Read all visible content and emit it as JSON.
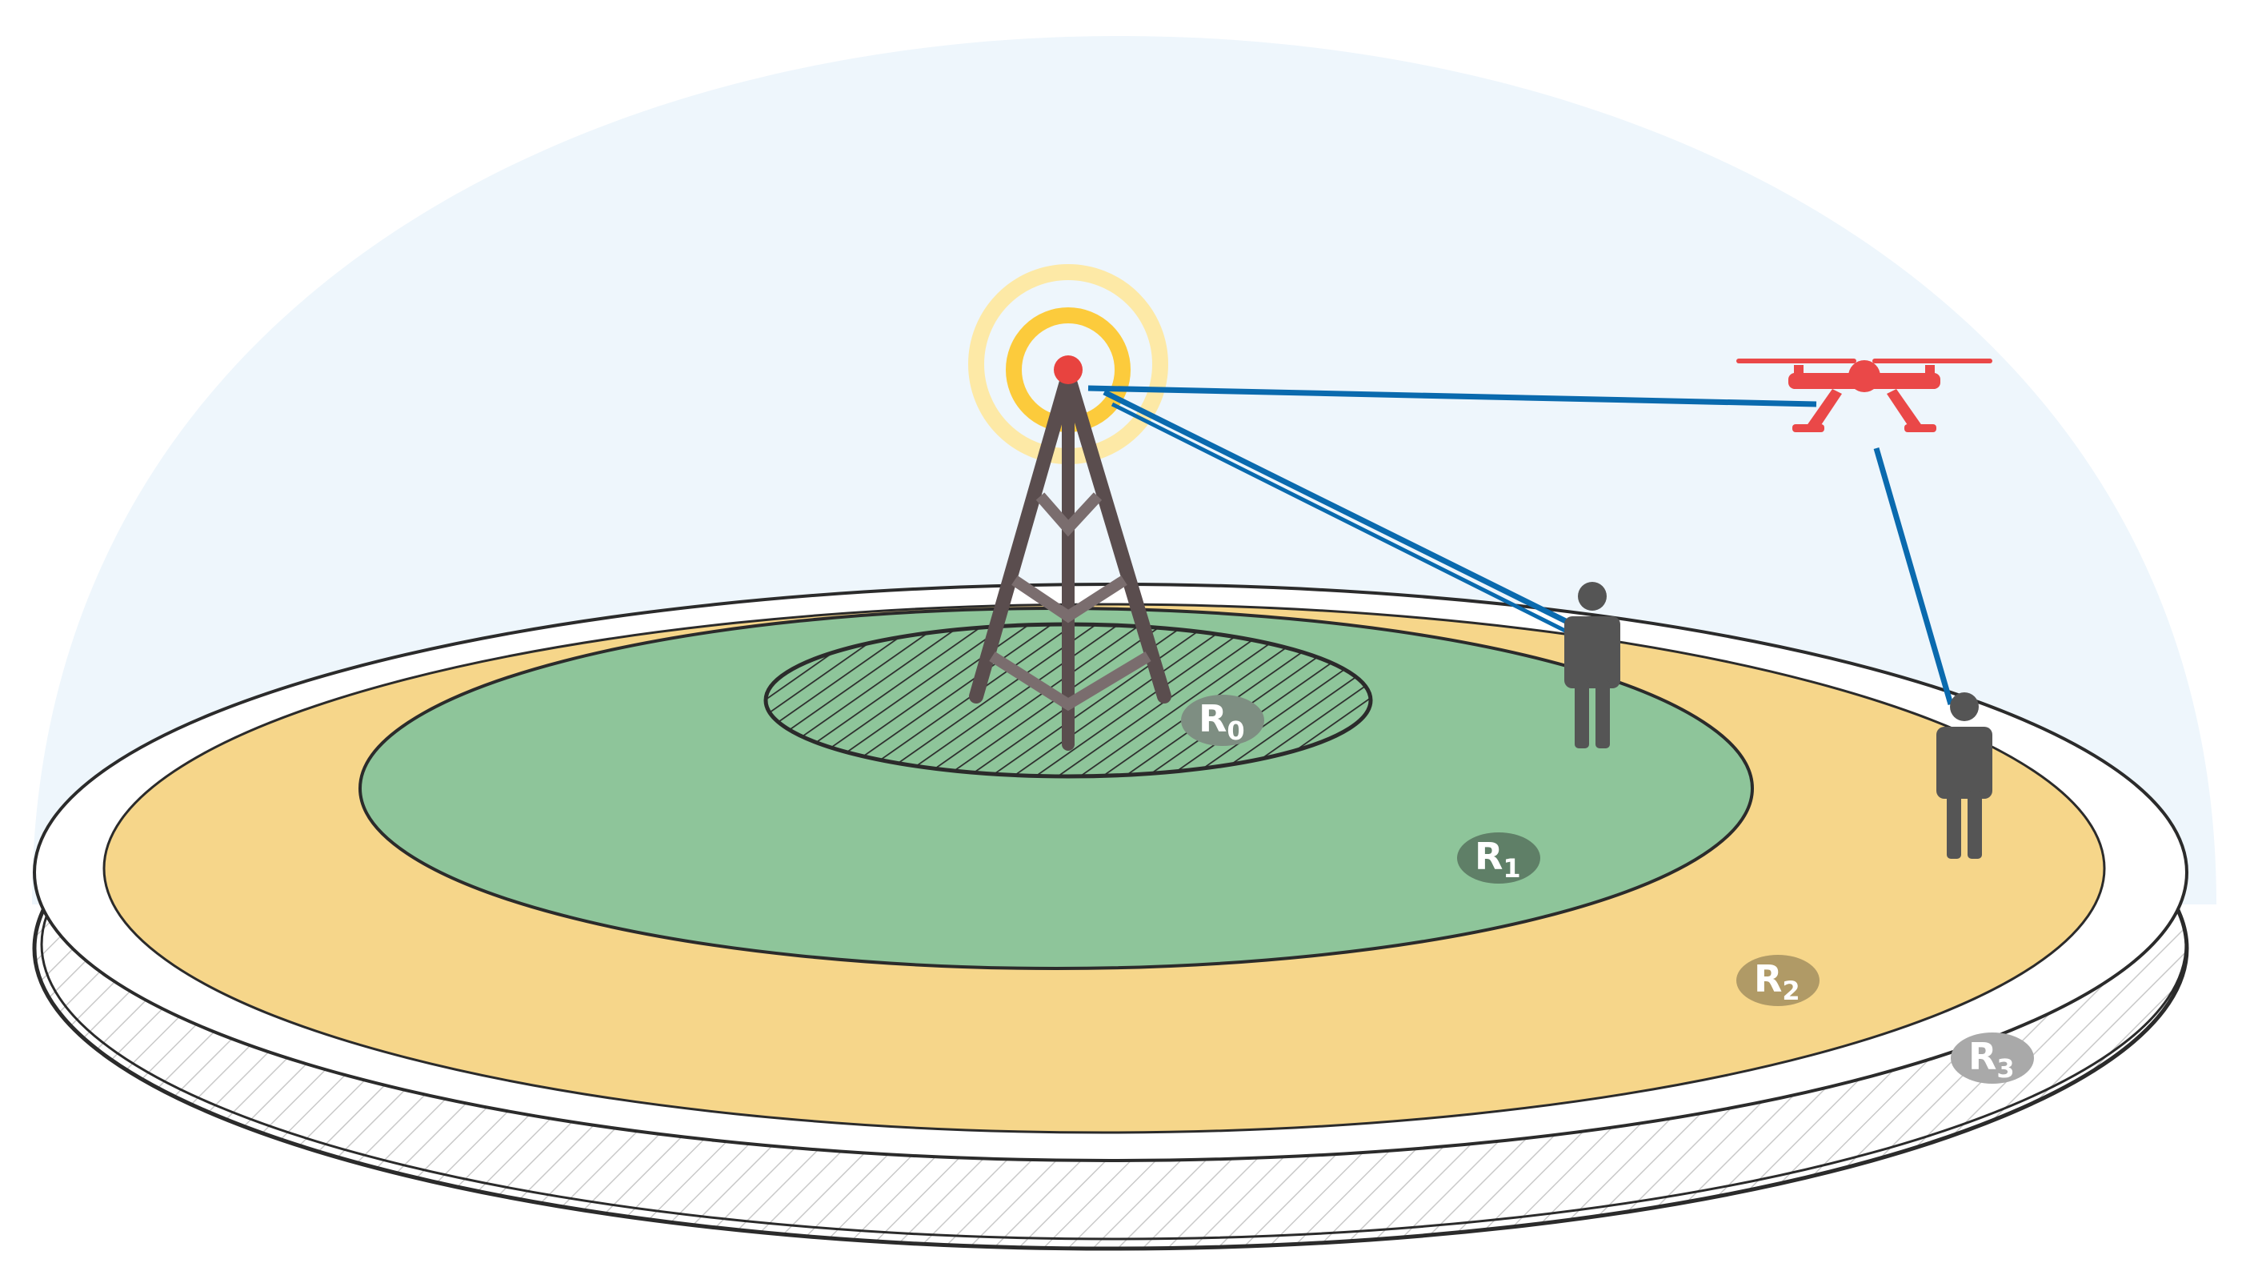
{
  "colors": {
    "sky": "#eef6fc",
    "outline": "#2b2b2b",
    "ring_r3": "#ffffff",
    "ring_r2": "#f6d68a",
    "ring_r1": "#8ec59a",
    "tower": "#5a4d4e",
    "tower_light": "#7a6d6e",
    "signal_outer": "#fde9a6",
    "signal_inner": "#fccb3c",
    "antenna_tip": "#e8433f",
    "link": "#0a6aae",
    "drone": "#ea4848",
    "person": "#555555"
  },
  "regions": [
    {
      "name": "R",
      "sub": "0",
      "badge_color": "#7e8e82"
    },
    {
      "name": "R",
      "sub": "1",
      "badge_color": "#5f7f67"
    },
    {
      "name": "R",
      "sub": "2",
      "badge_color": "#b09a66"
    },
    {
      "name": "R",
      "sub": "3",
      "badge_color": "#a9a9a9"
    }
  ],
  "icons": {
    "tower": "cell-tower-icon",
    "drone": "drone-icon",
    "person": "person-icon"
  }
}
